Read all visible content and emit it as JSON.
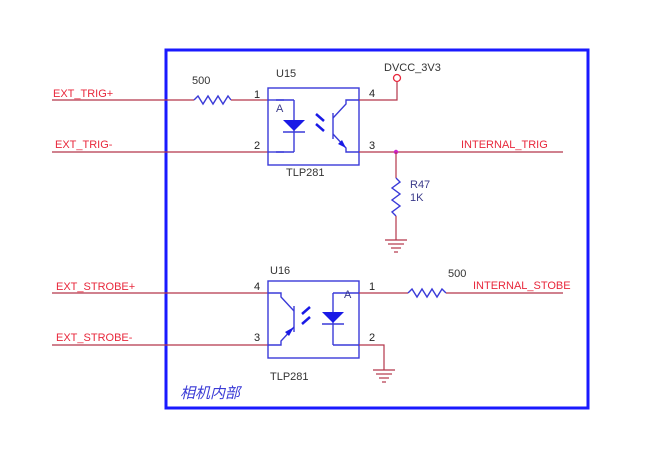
{
  "title": "Camera trigger/strobe optocoupler isolation schematic",
  "frame": {
    "label": "相机内部",
    "color": "#1a1aff"
  },
  "colors": {
    "net": "#e8283c",
    "wire": "#b4364a",
    "component": "#3a3ad8",
    "junction": "#cc22cc"
  },
  "nets": {
    "ext_trig_pos": "EXT_TRIG+",
    "ext_trig_neg": "EXT_TRIG-",
    "ext_strobe_pos": "EXT_STROBE+",
    "ext_strobe_neg": "EXT_STROBE-",
    "internal_trig": "INTERNAL_TRIG",
    "internal_strobe": "INTERNAL_STOBE",
    "power": "DVCC_3V3"
  },
  "components": {
    "u15": {
      "ref": "U15",
      "part": "TLP281",
      "pins": {
        "p1": "1",
        "p2": "2",
        "p3": "3",
        "p4": "4"
      },
      "anode": "A"
    },
    "u16": {
      "ref": "U16",
      "part": "TLP281",
      "pins": {
        "p1": "1",
        "p2": "2",
        "p3": "3",
        "p4": "4"
      },
      "anode": "A"
    },
    "r_trig": {
      "value": "500"
    },
    "r_strobe": {
      "value": "500"
    },
    "r47": {
      "ref": "R47",
      "value": "1K"
    }
  }
}
